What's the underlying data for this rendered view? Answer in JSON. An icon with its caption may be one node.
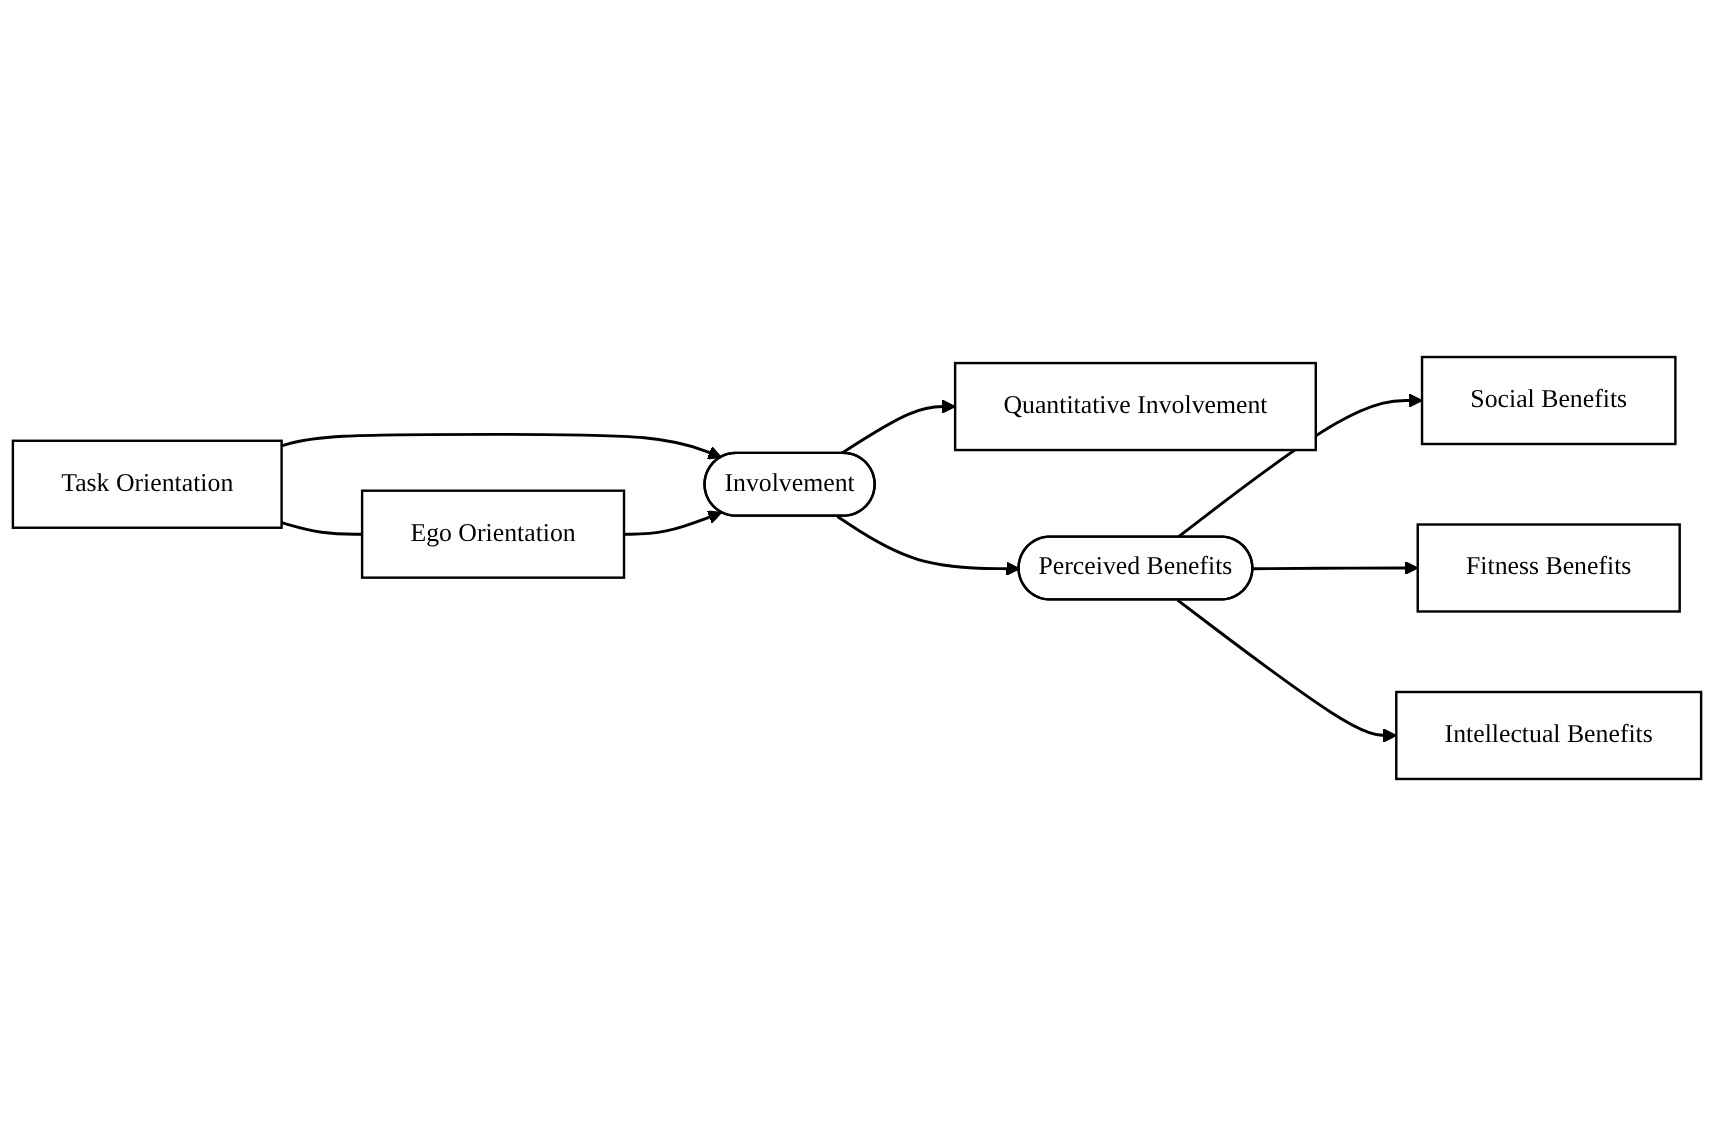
{
  "diagram": {
    "nodes": [
      {
        "text": [
          "Task Orientation"
        ]
      },
      {
        "text": [
          "Ego Orientation"
        ]
      },
      {
        "text": [
          "Quantitative Involvement"
        ]
      },
      {
        "text": [
          "Involvement"
        ]
      },
      {
        "text": [
          "Perceived Benefits"
        ]
      },
      {
        "text": [
          "Social Benefits"
        ]
      },
      {
        "text": [
          "Fitness Benefits"
        ]
      },
      {
        "text": [
          "Intellectual Benefits"
        ]
      }
    ],
    "edges": [
      {
        "from": 0,
        "to": 1,
        "arrow": "none"
      },
      {
        "from": 0,
        "to": 3,
        "arrow": "to"
      },
      {
        "from": 1,
        "to": 3,
        "arrow": "to"
      },
      {
        "from": 3,
        "to": 2,
        "arrow": "to"
      },
      {
        "from": 3,
        "to": 4,
        "arrow": "to"
      },
      {
        "from": 4,
        "to": 5,
        "arrow": "to"
      },
      {
        "from": 4,
        "to": 6,
        "arrow": "to"
      },
      {
        "from": 4,
        "to": 7,
        "arrow": "to"
      }
    ]
  }
}
